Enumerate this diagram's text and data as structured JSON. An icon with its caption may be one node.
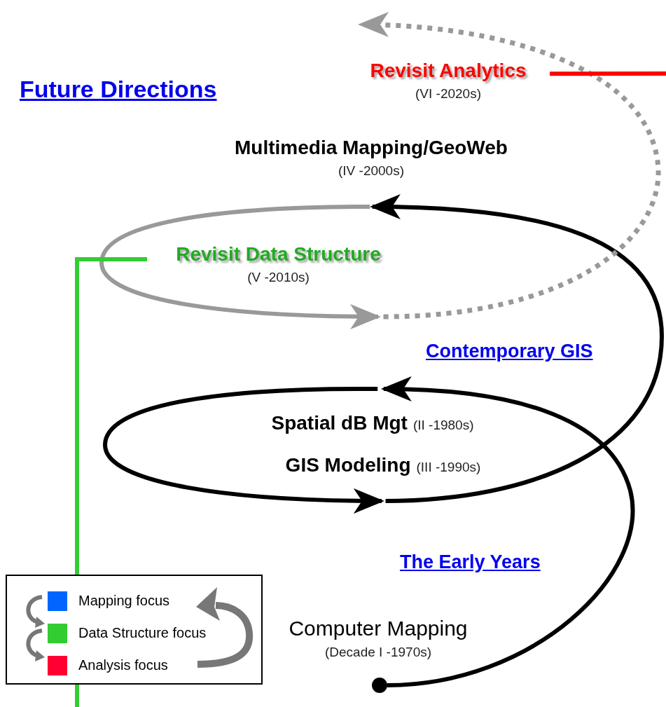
{
  "diagram": {
    "nodes": [
      {
        "text": [
          "Computer Mapping"
        ],
        "beside": [
          "(Decade I -1970s)"
        ]
      },
      {
        "text": [],
        "shape": "circle"
      },
      {
        "text": [
          "Spatial dB Mgt"
        ],
        "beside": [
          "(II -1980s)"
        ]
      },
      {
        "text": [
          "GIS Modeling"
        ],
        "beside": [
          "(III -1990s)"
        ]
      },
      {
        "text": [
          "Multimedia Mapping/GeoWeb"
        ],
        "beside": [
          "(IV -2000s)"
        ]
      },
      {
        "text": [
          "Revisit Data Structure"
        ],
        "beside": [
          "(V -2010s)"
        ]
      },
      {
        "text": [
          "Revisit Analytics"
        ],
        "beside": [
          "(VI -2020s)"
        ]
      }
    ],
    "edges": [
      {
        "from": 1,
        "to": 2,
        "arrow": "to"
      },
      {
        "from": 2,
        "to": 3,
        "arrow": "to"
      },
      {
        "from": 3,
        "to": 4,
        "arrow": "to"
      },
      {
        "from": 4,
        "to": 5,
        "arrow": "to",
        "color": "#999999"
      },
      {
        "from": 5,
        "to": null,
        "arrow": "to",
        "style": "dashed",
        "color": "#999999"
      },
      {
        "from": 6,
        "to": null,
        "arrow": "none",
        "color": "#ff0000"
      },
      {
        "from": 5,
        "to": null,
        "arrow": "none",
        "color": "#33cc33"
      }
    ],
    "labels": [
      "Future Directions",
      "Contemporary GIS",
      "The Early Years"
    ],
    "legend": [
      {
        "text": "Mapping focus",
        "color": "#0066ff"
      },
      {
        "text": "Data Structure focus",
        "color": "#33cc33"
      },
      {
        "text": "Analysis focus",
        "color": "#ff0033"
      }
    ]
  }
}
